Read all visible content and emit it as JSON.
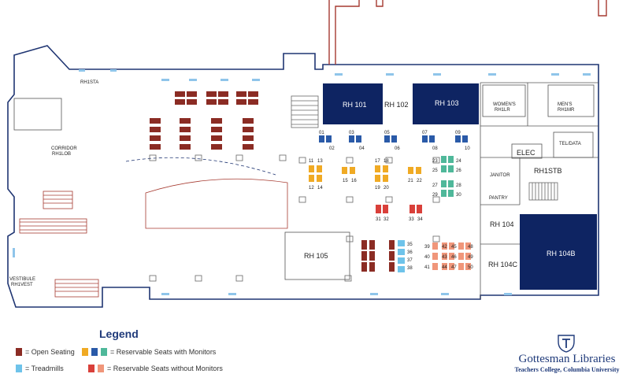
{
  "colors": {
    "open": "#8b2c24",
    "yellow": "#f0aa24",
    "blue": "#2a5aa8",
    "teal": "#4fb89a",
    "treadmill": "#6ec3ea",
    "red": "#d9403a",
    "salmon": "#f0967a",
    "navy": "#0e2462",
    "wall": "#1f3572",
    "brick": "#a63a30"
  },
  "rooms": {
    "rh1sta": "RH1STA",
    "corridor_line1": "CORRIDOR",
    "corridor_line2": "RH1LOB",
    "vestibule_line1": "VESTIBULE",
    "vestibule_line2": "RH1VEST",
    "rh101": "RH 101",
    "rh102": "RH 102",
    "rh103": "RH 103",
    "womens_line1": "WOMEN'S",
    "womens_line2": "RH1LR",
    "mens_line1": "MEN'S",
    "mens_line2": "RH1MR",
    "elec": "ELEC",
    "teldata": "TEL/DATA",
    "janitor": "JANITOR",
    "rh1stb": "RH1STB",
    "pantry": "PANTRY",
    "rh104": "RH 104",
    "rh104b": "RH 104B",
    "rh104c": "RH 104C",
    "rh105": "RH 105"
  },
  "seat_labels": {
    "s01": "01",
    "s02": "02",
    "s03": "03",
    "s04": "04",
    "s05": "05",
    "s06": "06",
    "s07": "07",
    "s08": "08",
    "s09": "09",
    "s10": "10",
    "s11": "11",
    "s12": "12",
    "s13": "13",
    "s14": "14",
    "s15": "15",
    "s16": "16",
    "s17": "17",
    "s18": "18",
    "s19": "19",
    "s20": "20",
    "s21": "21",
    "s22": "22",
    "s23": "23",
    "s24": "24",
    "s25": "25",
    "s26": "26",
    "s27": "27",
    "s28": "28",
    "s29": "29",
    "s30": "30",
    "s31": "31",
    "s32": "32",
    "s33": "33",
    "s34": "34",
    "s35": "35",
    "s36": "36",
    "s37": "37",
    "s38": "38",
    "s39": "39",
    "s40": "40",
    "s41": "41",
    "s42": "42",
    "s43": "43",
    "s44": "44",
    "s45": "45",
    "s46": "46",
    "s47": "47",
    "s48": "48",
    "s49": "49",
    "s50": "50"
  },
  "legend": {
    "title": "Legend",
    "open": "= Open Seating",
    "monitors": "= Reservable Seats with Monitors",
    "treadmills": "= Treadmills",
    "no_monitors": "= Reservable Seats without Monitors"
  },
  "logo": {
    "name": "Gottesman Libraries",
    "sub": "Teachers College, Columbia University"
  }
}
